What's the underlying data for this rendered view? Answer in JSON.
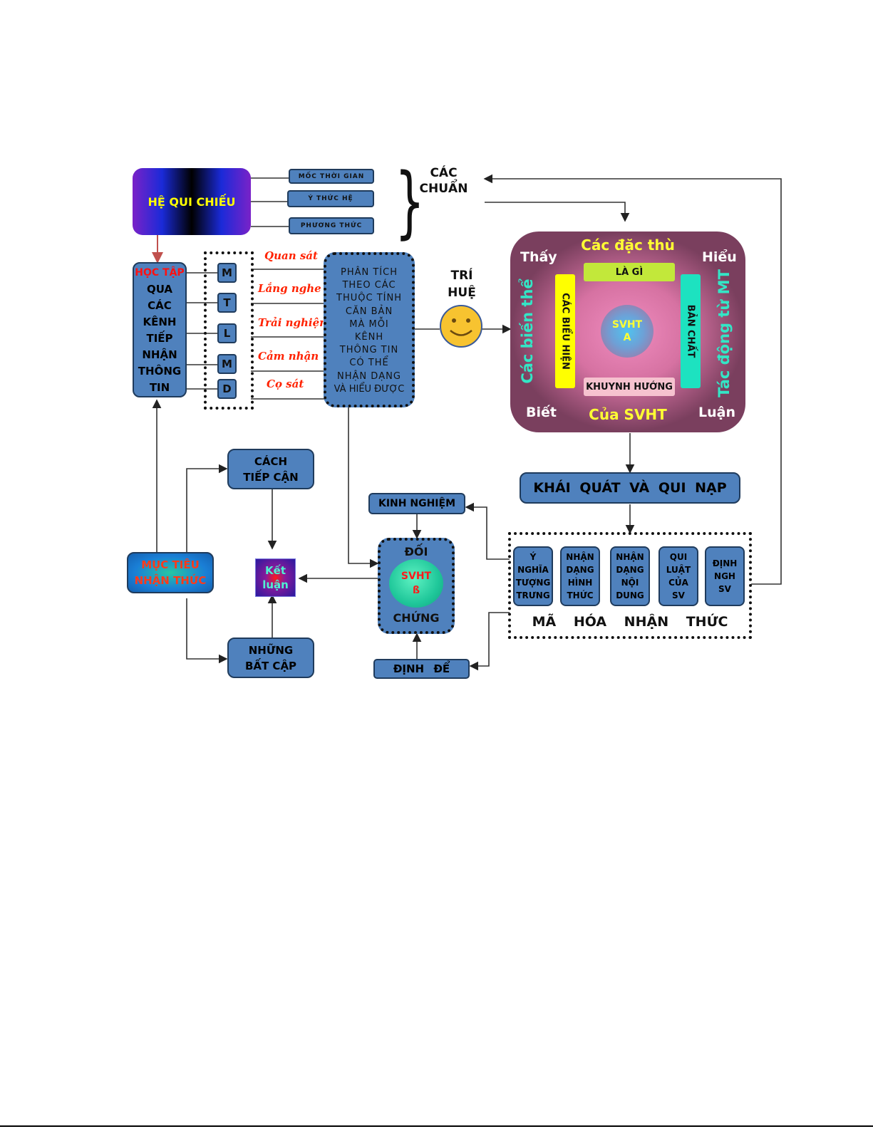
{
  "header": {
    "he_qui_chieu": "HỆ QUI CHIẾU",
    "tags": [
      "MỐC THỜI GIAN",
      "Ý THỨC HỆ",
      "PHƯƠNG THỨC"
    ],
    "cac_chuan": [
      "CÁC",
      "CHUẨN"
    ]
  },
  "learning": {
    "title_red": "HỌC TẬP",
    "title_lines": [
      "QUA",
      "CÁC",
      "KÊNH",
      "TIẾP",
      "NHẬN",
      "THÔNG",
      "TIN"
    ],
    "channels": [
      {
        "letter": "M",
        "label": "Quan sát"
      },
      {
        "letter": "T",
        "label": "Lắng nghe"
      },
      {
        "letter": "L",
        "label": "Trải nghiệm"
      },
      {
        "letter": "M",
        "label": "Cảm nhận"
      },
      {
        "letter": "D",
        "label": "Cọ sát"
      }
    ]
  },
  "analysis": {
    "lines": [
      "PHÂN TÍCH",
      "THEO CÁC",
      "THUỘC TÍNH",
      "CĂN BẢN",
      "MÀ MỖI",
      "KÊNH",
      "THÔNG TIN",
      "CÓ THỂ",
      "NHẬN DẠNG",
      "VÀ HIỂU ĐƯỢC"
    ]
  },
  "wisdom": {
    "label_lines": [
      "TRÍ",
      "HUỆ"
    ],
    "icon": "smiley-face-icon"
  },
  "svht_a_panel": {
    "top": "Các đặc thù",
    "bottom": "Của SVHT",
    "corner_tl": "Thấy",
    "corner_tr": "Hiểu",
    "corner_bl": "Biết",
    "corner_br": "Luận",
    "side_left": "Các biến thể",
    "side_right": "Tác động từ MT",
    "bar_top": "LÀ GÌ",
    "bar_left": "CÁC BIỂU HIỆN",
    "bar_right": "BẢN CHẤT",
    "bar_bottom": "KHUYNH HƯỚNG",
    "center_lines": [
      "SVHT",
      "A"
    ]
  },
  "khai_quat": "KHÁI QUÁT VÀ QUI NẠP",
  "ma_hoa": {
    "label": "MÃ HÓA NHẬN THỨC",
    "items": [
      [
        "Ý",
        "NGHĨA",
        "TƯỢNG",
        "TRƯNG"
      ],
      [
        "NHẬN",
        "DẠNG",
        "HÌNH",
        "THỨC"
      ],
      [
        "NHẬN",
        "DẠNG",
        "NỘI",
        "DUNG"
      ],
      [
        "QUI",
        "LUẬT",
        "CỦA",
        "SV"
      ],
      [
        "ĐỊNH",
        "NGH",
        "SV"
      ]
    ]
  },
  "kinh_nghiem": "KINH NGHIỆM",
  "doi_chung": {
    "top": "ĐỐI",
    "bottom": "CHỨNG",
    "center_lines": [
      "SVHT",
      "ß"
    ]
  },
  "dinh_de": "ĐỊNH ĐỂ",
  "cach_tiep_can": [
    "CÁCH",
    "TIẾP CẬN"
  ],
  "nhung_bat_cap": [
    "NHỮNG",
    "BẤT CẬP"
  ],
  "muc_tieu": [
    "MỤC TIÊU",
    "NHẬN THỨC"
  ],
  "ket_luan": [
    "Kết",
    "luận"
  ],
  "colors": {
    "box_blue": "#4f81bd",
    "red_text": "#ff2200",
    "yellow_text": "#ffff00",
    "cyan_text": "#33e6c6",
    "panel_bg": "#7a3f5e"
  }
}
